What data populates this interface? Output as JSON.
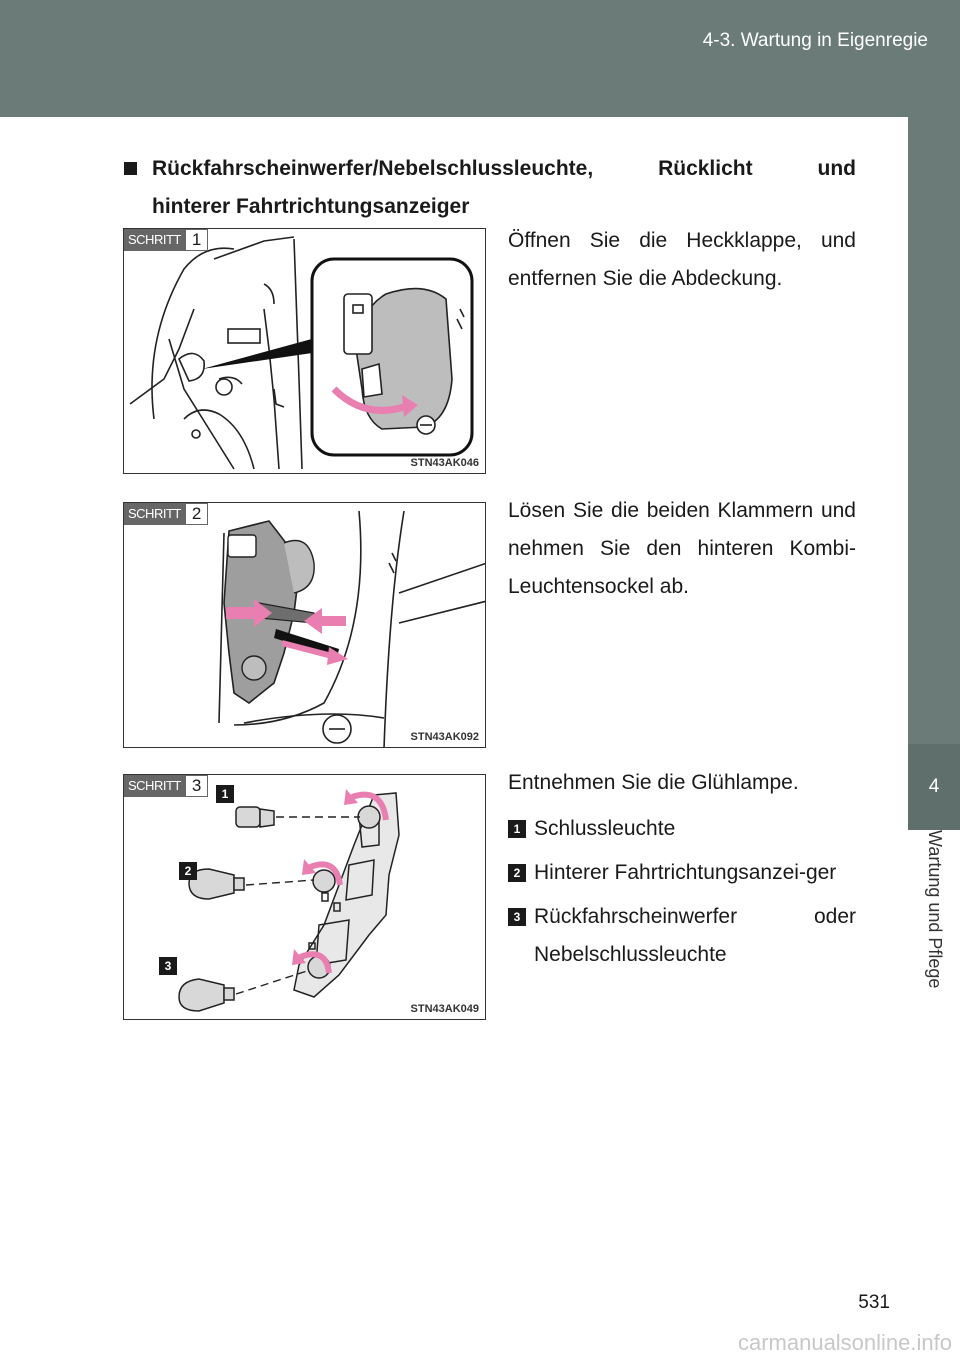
{
  "header": {
    "section": "4-3. Wartung in Eigenregie"
  },
  "side_tab": {
    "chapter_number": "4",
    "chapter_title": "Wartung und Pflege"
  },
  "heading": {
    "line1": "Rückfahrscheinwerfer/Nebelschlussleuchte, Rücklicht und",
    "line2": "hinterer Fahrtrichtungsanzeiger"
  },
  "steps": [
    {
      "badge_word": "SCHRITT",
      "badge_num": "1",
      "image_code": "STN43AK046",
      "text": "Öffnen Sie die Heckklappe, und entfernen Sie die Abdeckung."
    },
    {
      "badge_word": "SCHRITT",
      "badge_num": "2",
      "image_code": "STN43AK092",
      "text": "Lösen Sie die beiden Klammern und nehmen Sie den hinteren Kombi-Leuchtensockel ab."
    },
    {
      "badge_word": "SCHRITT",
      "badge_num": "3",
      "image_code": "STN43AK049",
      "text": "Entnehmen Sie die Glühlampe.",
      "legend": [
        {
          "num": "1",
          "label": "Schlussleuchte"
        },
        {
          "num": "2",
          "label": "Hinterer Fahrtrichtungsanzei-ger"
        },
        {
          "num": "3",
          "label": "Rückfahrscheinwerfer oder Nebelschlussleuchte"
        }
      ]
    }
  ],
  "footer": {
    "page_number": "531",
    "watermark": "carmanualsonline.info"
  },
  "colors": {
    "header_bg": "#6b7b78",
    "arrow_pink": "#e87fb0"
  }
}
